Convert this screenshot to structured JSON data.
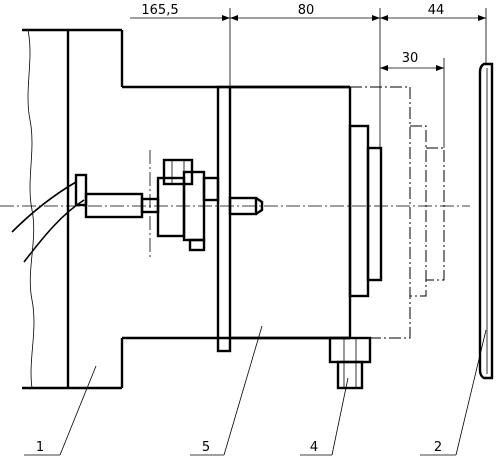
{
  "dimensions": [
    "165,5",
    "80",
    "44",
    "30"
  ],
  "callouts": [
    "1",
    "5",
    "4",
    "2"
  ]
}
